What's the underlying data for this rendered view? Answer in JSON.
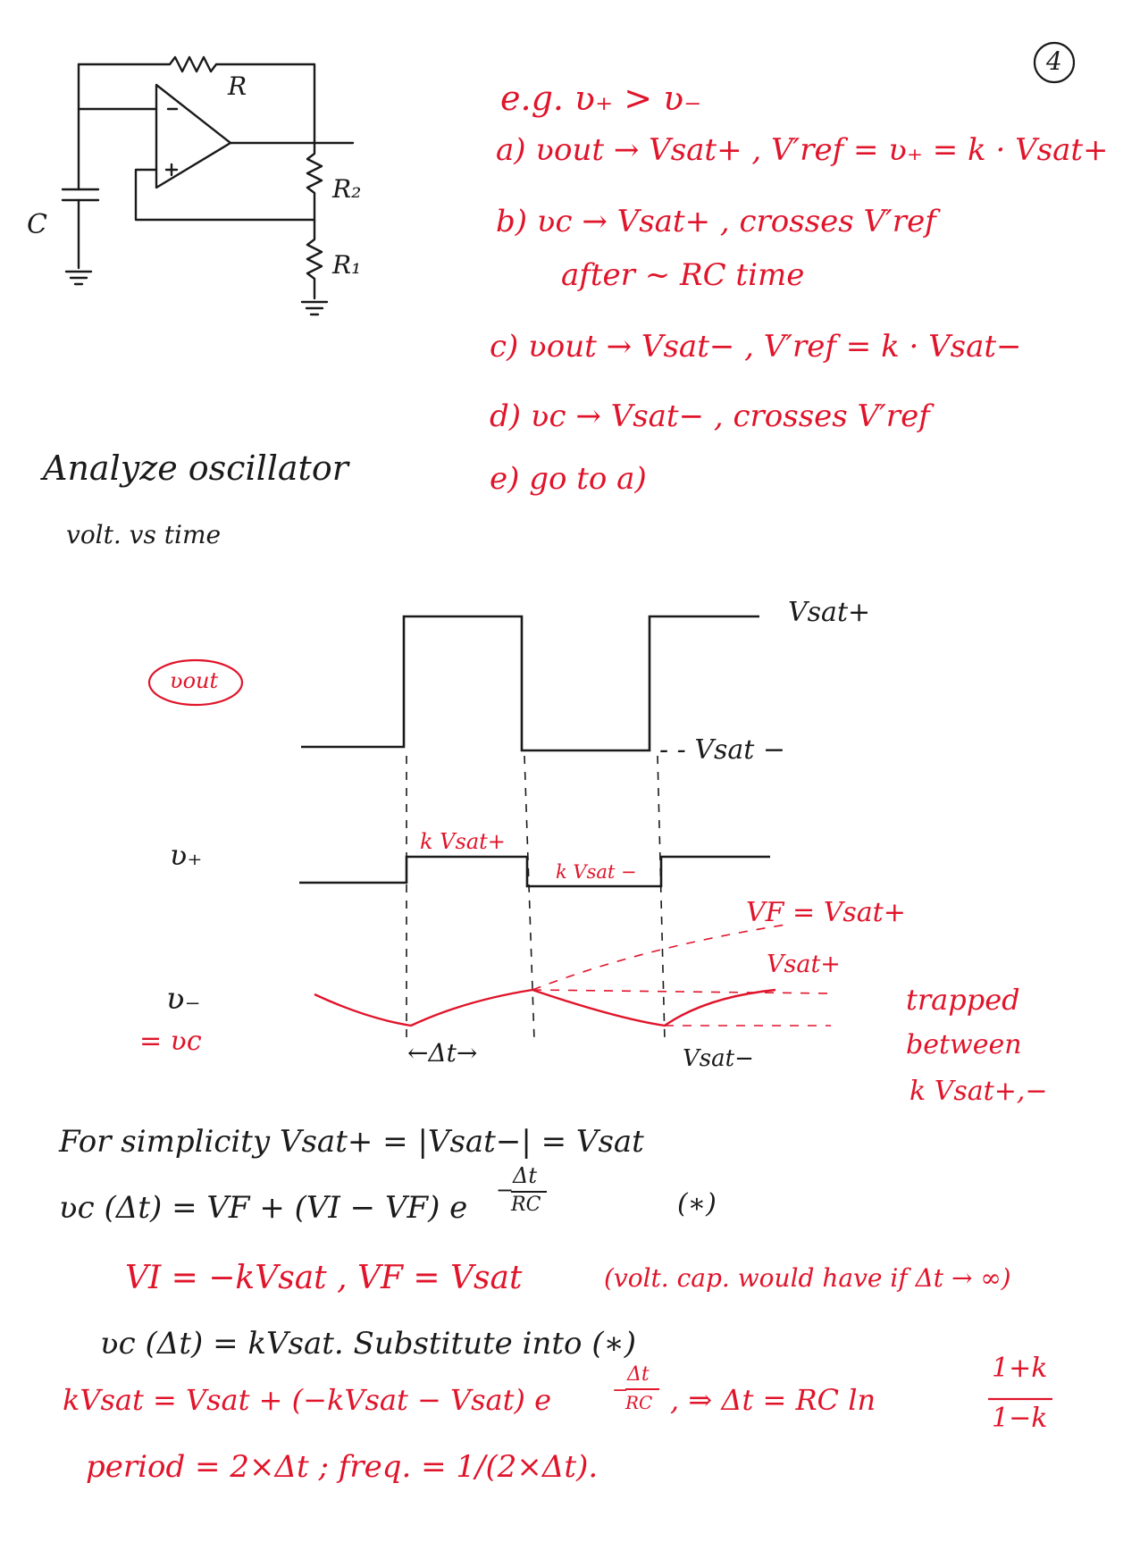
{
  "page_number": "4",
  "circuit": {
    "labels": {
      "R": "R",
      "R2": "R₂",
      "R1": "R₁",
      "C": "C",
      "minus": "−",
      "plus": "+"
    }
  },
  "steps": [
    "e.g. ʋ₊ > ʋ₋",
    "a)  ʋout → Vsat+ ,  V′ref = ʋ₊ = k · Vsat+",
    "b) ʋc → Vsat+ ,  crosses V′ref",
    "after ~ RC time",
    "c) ʋout → Vsat− ,  V′ref = k · Vsat−",
    "d) ʋc → Vsat− ,  crosses V′ref",
    "e) go to  a)"
  ],
  "heading": {
    "title": "Analyze oscillator",
    "subtitle": "volt. vs time"
  },
  "waveforms": {
    "vout_label": "ʋout",
    "vsat_plus": "Vsat+",
    "vsat_minus": "- - Vsat −",
    "vplus_label": "ʋ₊",
    "k_vsat_plus": "k Vsat+",
    "k_vsat_minus": "k Vsat −",
    "vminus_label": "ʋ₋",
    "vc_label": "= ʋc",
    "vf_label": "VF = Vsat+",
    "vsat_plus_small": "Vsat+",
    "vsat_minus_small": "Vsat−",
    "delta_t": "←Δt→",
    "trapped": [
      "trapped",
      "between",
      "k Vsat+,−"
    ]
  },
  "equations": [
    "For simplicity   Vsat+ = |Vsat−| = Vsat",
    "ʋc (Δt) = VF + (VI − VF) e",
    "(∗)",
    "VI = −kVsat  ,  VF = Vsat",
    "(volt. cap. would have if Δt → ∞)",
    "ʋc (Δt) = kVsat.  Substitute into  (∗)",
    "kVsat = Vsat + (−kVsat − Vsat) e",
    ",  ⇒  Δt = RC ln",
    "period = 2×Δt  ;  freq. = 1/(2×Δt)."
  ],
  "exponent": {
    "sign": "−",
    "num": "Δt",
    "den": "RC"
  },
  "ln_fraction": {
    "num": "1+k",
    "den": "1−k"
  },
  "colors": {
    "ink_black": "#1a1a1a",
    "ink_red": "#e0142a"
  }
}
